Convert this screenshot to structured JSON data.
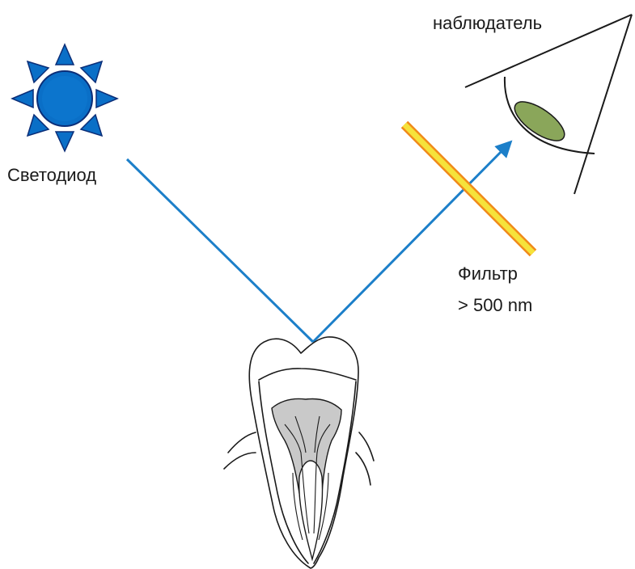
{
  "labels": {
    "led": "Светодиод",
    "observer": "наблюдатель",
    "filter_line1": "Фильтр",
    "filter_line2": "> 500 nm"
  },
  "icons": {
    "light_source": "sun-icon",
    "eye": "eye-icon",
    "tooth": "tooth-icon",
    "filter": "filter-bar-icon"
  },
  "colors": {
    "sun": "#0a6fc7",
    "sun_outline": "#0b2e78",
    "beam": "#1c7fc9",
    "filter_fill": "#f6e23a",
    "filter_edge": "#f08a1a",
    "eye_lens": "#8aa65a",
    "line": "#1a1a1a"
  }
}
